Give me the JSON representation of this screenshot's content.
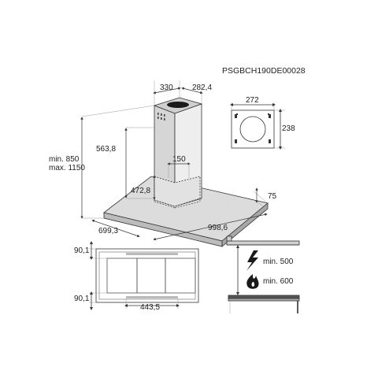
{
  "drawing_code": "PSGBCH190DE00028",
  "hood_view": {
    "chimney_width": "330",
    "chimney_depth": "282,4",
    "height_range_min": "min. 850",
    "height_range_max": "max. 1150",
    "chimney_lower_height": "563,8",
    "inner_height": "472,8",
    "outlet_diameter": "150",
    "canopy_thickness": "75",
    "canopy_depth": "699,3",
    "canopy_width": "998,6"
  },
  "ceiling_plate": {
    "width": "272",
    "height": "238"
  },
  "bottom_view": {
    "edge_top": "90,1",
    "edge_bottom": "90,1",
    "center_width": "443,5"
  },
  "clearance": {
    "electric_min": "min. 500",
    "gas_min": "min. 600",
    "electric_icon": "lightning-bolt",
    "gas_icon": "flame"
  },
  "colors": {
    "line": "#333333",
    "hood_fill": "#d4d4d4",
    "chimney_fill": "#e6e6e6",
    "dark": "#1a1a1a"
  }
}
